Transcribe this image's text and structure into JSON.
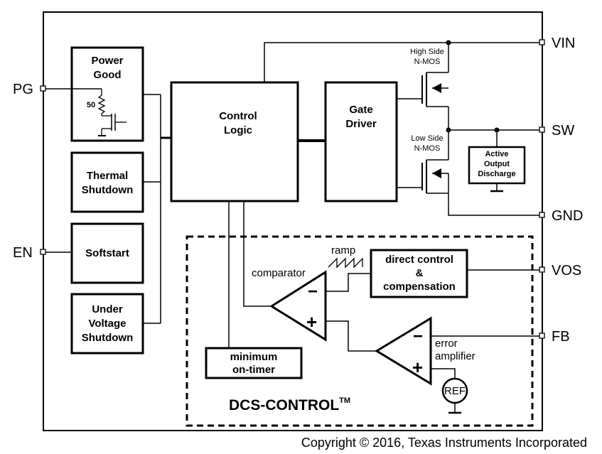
{
  "pins": {
    "pg": "PG",
    "en": "EN",
    "vin": "VIN",
    "sw": "SW",
    "gnd": "GND",
    "vos": "VOS",
    "fb": "FB"
  },
  "blocks": {
    "power_good": [
      "Power",
      "Good"
    ],
    "resistor_value": "50",
    "thermal": [
      "Thermal",
      "Shutdown"
    ],
    "softstart": "Softstart",
    "uvlo": [
      "Under",
      "Voltage",
      "Shutdown"
    ],
    "control_logic": [
      "Control",
      "Logic"
    ],
    "gate_driver": [
      "Gate",
      "Driver"
    ],
    "high_side": [
      "High Side",
      "N-MOS"
    ],
    "low_side": [
      "Low Side",
      "N-MOS"
    ],
    "active_discharge": [
      "Active",
      "Output",
      "Discharge"
    ],
    "direct_control": [
      "direct control",
      "&",
      "compensation"
    ],
    "min_on_timer": [
      "minimum",
      "on-timer"
    ],
    "ref": "REF"
  },
  "labels": {
    "ramp": "ramp",
    "comparator": "comparator",
    "error_amp": [
      "error",
      "amplifier"
    ],
    "dcs_control": "DCS-CONTROL",
    "tm": "TM",
    "minus": "−",
    "plus": "+"
  },
  "copyright": "Copyright © 2016, Texas Instruments Incorporated"
}
